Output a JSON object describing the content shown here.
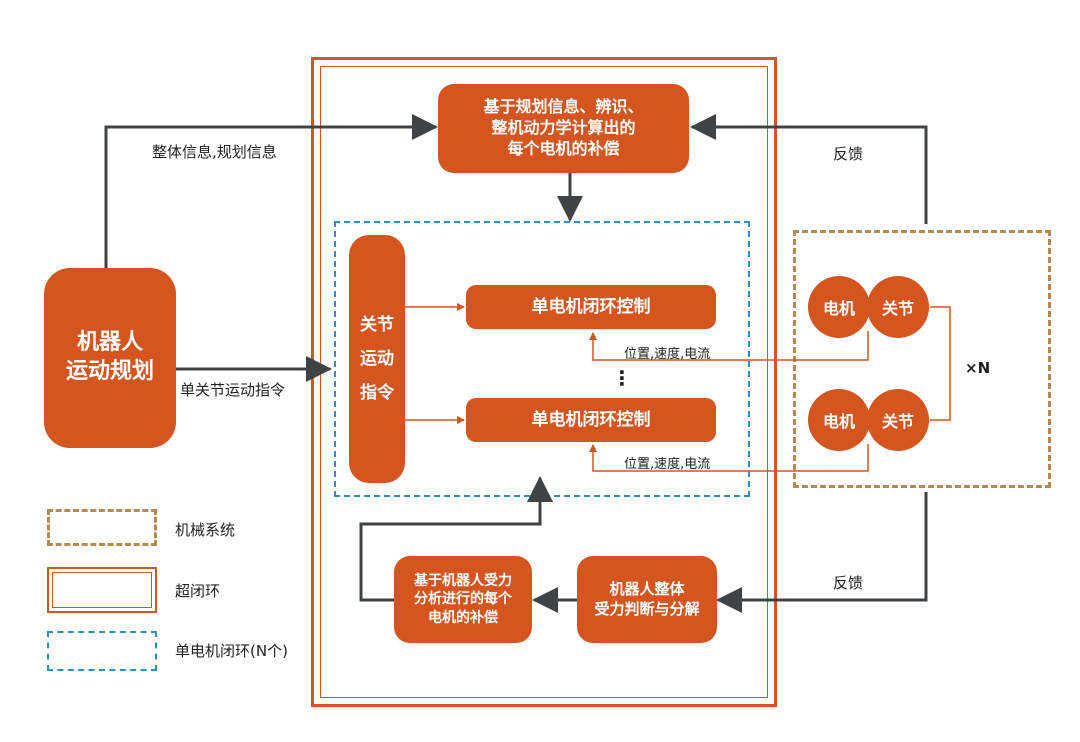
{
  "colors": {
    "orange": "#d4551f",
    "blue_dash": "#2f8fc2",
    "brown_dash": "#b88a4e",
    "arrow": "#3f4346"
  },
  "boxes": {
    "planning": [
      "机器人",
      "运动规划"
    ],
    "compensation_top": [
      "基于规划信息、辨识、",
      "整机动力学计算出的",
      "每个电机的补偿"
    ],
    "joint_command": [
      "关节",
      "运动",
      "指令"
    ],
    "motor_control_1": "单电机闭环控制",
    "motor_control_2": "单电机闭环控制",
    "force_judgement": [
      "机器人整体",
      "受力判断与分解"
    ],
    "force_compensation": [
      "基于机器人受力",
      "分析进行的每个",
      "电机的补偿"
    ]
  },
  "circles": {
    "motor": "电机",
    "joint": "关节"
  },
  "labels": {
    "overall_info": "整体信息,规划信息",
    "single_joint_cmd": "单关节运动指令",
    "feedback_top": "反馈",
    "feedback_bottom": "反馈",
    "state_1": "位置,速度,电流",
    "state_2": "位置,速度,电流",
    "ellipsis": "⋮",
    "times_n": "×N"
  },
  "legend": {
    "mechanical": "机械系统",
    "super_loop": "超闭环",
    "motor_loop": "单电机闭环(N个)"
  }
}
